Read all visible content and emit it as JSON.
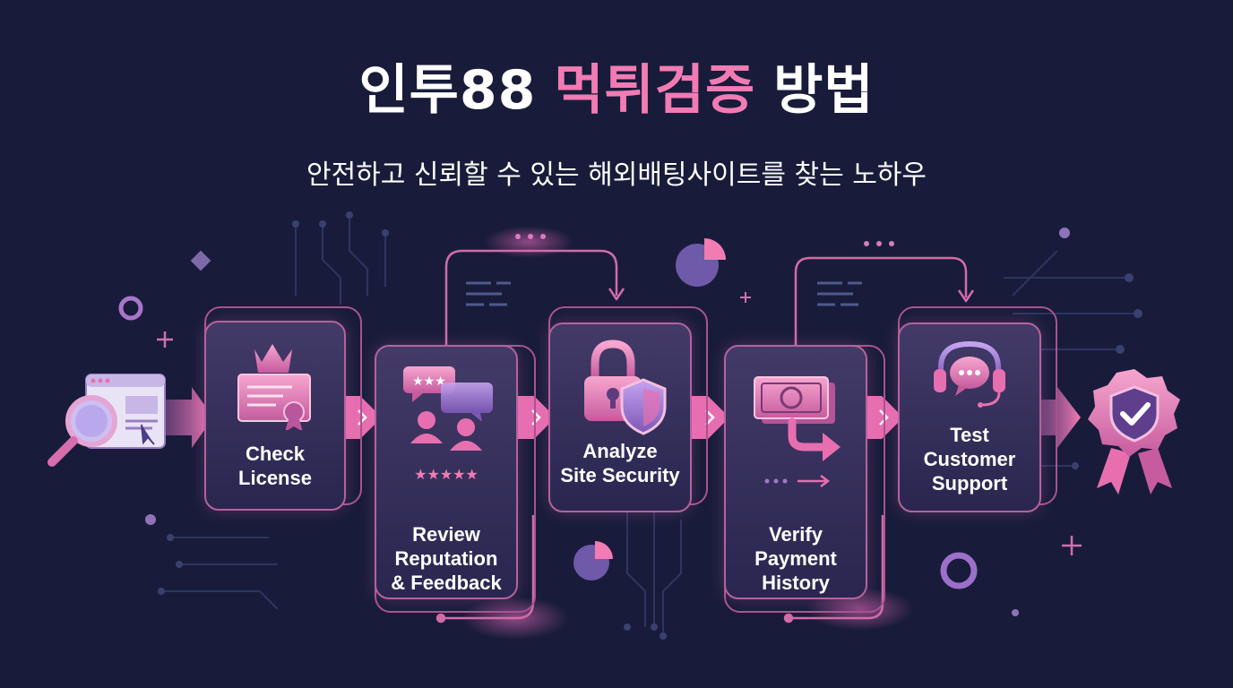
{
  "title": {
    "part1": "인투88",
    "part2": "먹튀검증",
    "part3": "방법"
  },
  "subtitle": "안전하고 신뢰할 수 있는 해외배팅사이트를 찾는 노하우",
  "steps": [
    {
      "lines": [
        "Check",
        "License"
      ],
      "icon": "certificate-crown-icon"
    },
    {
      "lines": [
        "Review",
        "Reputation",
        "& Feedback"
      ],
      "icon": "reviews-users-icon"
    },
    {
      "lines": [
        "Analyze",
        "Site Security"
      ],
      "icon": "lock-shield-icon"
    },
    {
      "lines": [
        "Verify",
        "Payment",
        "History"
      ],
      "icon": "money-transfer-icon"
    },
    {
      "lines": [
        "Test",
        "Customer",
        "Support"
      ],
      "icon": "headset-support-icon"
    }
  ],
  "start_icon": "browser-search-icon",
  "end_icon": "verified-badge-icon",
  "colors": {
    "background": "#181c3a",
    "accent": "#f27bb3",
    "card_border": "#b3649c",
    "card_fill": "#3a3360"
  }
}
